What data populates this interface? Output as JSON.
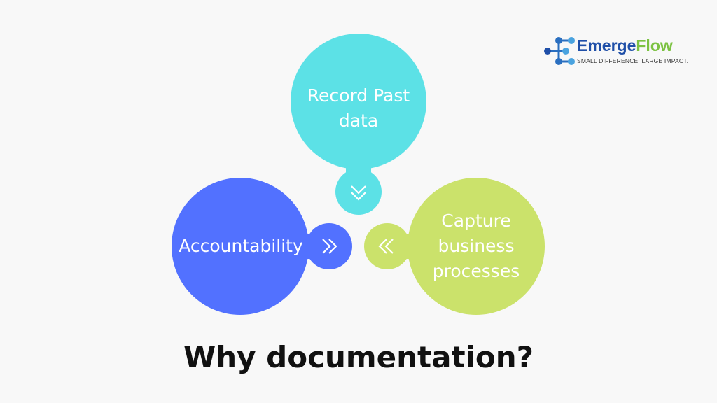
{
  "logo": {
    "name_part1": "Emerge",
    "name_part2": "Flow",
    "tagline": "SMALL DIFFERENCE. LARGE IMPACT."
  },
  "nodes": [
    {
      "label_line1": "Record Past",
      "label_line2": "data",
      "color": "#5ce1e6",
      "arrow": "chevrons-down"
    },
    {
      "label_line1": "Accountability",
      "color": "#5271ff",
      "arrow": "chevrons-right"
    },
    {
      "label_line1": "Capture",
      "label_line2": "business",
      "label_line3": "processes",
      "color": "#cbe26b",
      "arrow": "chevrons-left"
    }
  ],
  "title": "Why documentation?"
}
